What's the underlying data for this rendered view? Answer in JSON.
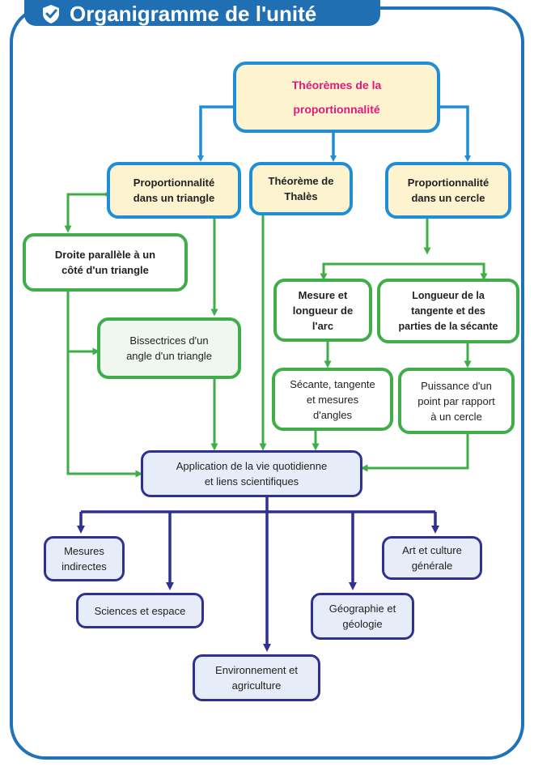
{
  "title": "Organigramme de l'unité",
  "root": [
    "Théorèmes de la",
    "proportionnalité"
  ],
  "level1": [
    [
      "Proportionnalité",
      "dans un triangle"
    ],
    [
      "Théorème de",
      "Thalès"
    ],
    [
      "Proportionnalité",
      "dans un cercle"
    ]
  ],
  "triangle_branch": {
    "parallel": [
      "Droite parallèle à un",
      "côté d'un triangle"
    ],
    "bisectors": [
      "Bissectrices d'un",
      "angle d'un triangle"
    ]
  },
  "circle_branch": {
    "arc": [
      "Mesure et",
      "longueur de",
      "l'arc"
    ],
    "tangent": [
      "Longueur de la",
      "tangente et des",
      "parties de la sécante"
    ],
    "angles": [
      "Sécante, tangente",
      "et mesures",
      "d'angles"
    ],
    "power": [
      "Puissance d'un",
      "point par rapport",
      "à un cercle"
    ]
  },
  "application": [
    "Application de la vie quotidienne",
    "et liens scientifiques"
  ],
  "outputs": {
    "indirect": [
      "Mesures",
      "indirectes"
    ],
    "space": [
      "Sciences et espace"
    ],
    "environment": [
      "Environnement et",
      "agriculture"
    ],
    "geography": [
      "Géographie et",
      "géologie"
    ],
    "art": [
      "Art et culture",
      "générale"
    ]
  },
  "colors": {
    "frame": "#1f73b8",
    "top_arrows": "#1f8ed6",
    "green": "#3fae49",
    "navy": "#2e3192",
    "root_text": "#e0197c",
    "cream": "#fdf3cf"
  },
  "icons": [
    "shield-check-icon"
  ]
}
